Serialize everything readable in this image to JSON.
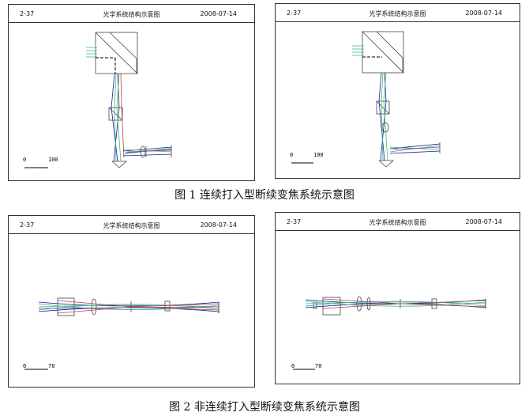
{
  "panels": [
    {
      "id": "2-37",
      "title": "光学系统结构示意图",
      "date": "2008-07-14",
      "scale_start": "0",
      "scale_end": "100"
    },
    {
      "id": "2-37",
      "title": "光学系统结构示意图",
      "date": "2008-07-14",
      "scale_start": "0",
      "scale_end": "100"
    },
    {
      "id": "2-37",
      "title": "光学系统结构示意图",
      "date": "2008-07-14",
      "scale_start": "0",
      "scale_end": "70"
    },
    {
      "id": "2-37",
      "title": "光学系统结构示意图",
      "date": "2008-07-14",
      "scale_start": "0",
      "scale_end": "70"
    }
  ],
  "captions": {
    "fig1": "图 1  连续打入型断续变焦系统示意图",
    "fig2": "图 2  非连续打入型断续变焦系统示意图"
  },
  "ray_colors": [
    "#1a1aa0",
    "#2bb5a0",
    "#40c070",
    "#8040a0",
    "#c04040"
  ]
}
